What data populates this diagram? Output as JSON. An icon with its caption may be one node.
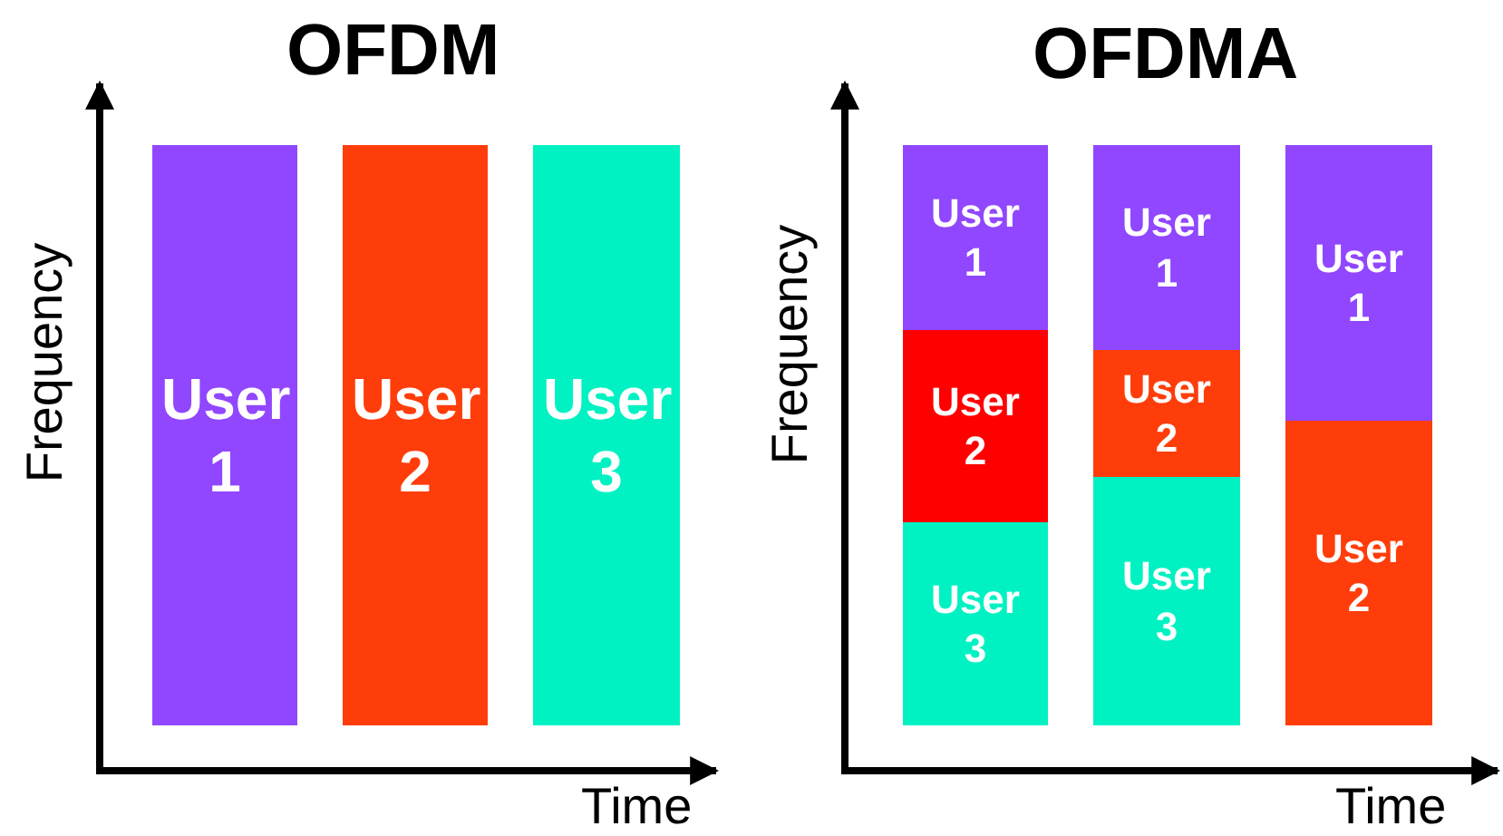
{
  "diagram": {
    "nodes": [
      {
        "text": [
          "User 1"
        ]
      },
      {
        "text": [
          "User 2"
        ]
      },
      {
        "text": [
          "User 3"
        ]
      },
      {
        "text": [
          "User 1"
        ]
      },
      {
        "text": [
          "User 2"
        ]
      },
      {
        "text": [
          "User 3"
        ]
      },
      {
        "text": [
          "User 1"
        ]
      },
      {
        "text": [
          "User 2"
        ]
      },
      {
        "text": [
          "User 3"
        ]
      },
      {
        "text": [
          "User 1"
        ]
      },
      {
        "text": [
          "User 2"
        ]
      }
    ],
    "labels": [
      "OFDM",
      "Frequency",
      "Time",
      "OFDMA",
      "Frequency",
      "Time"
    ]
  }
}
